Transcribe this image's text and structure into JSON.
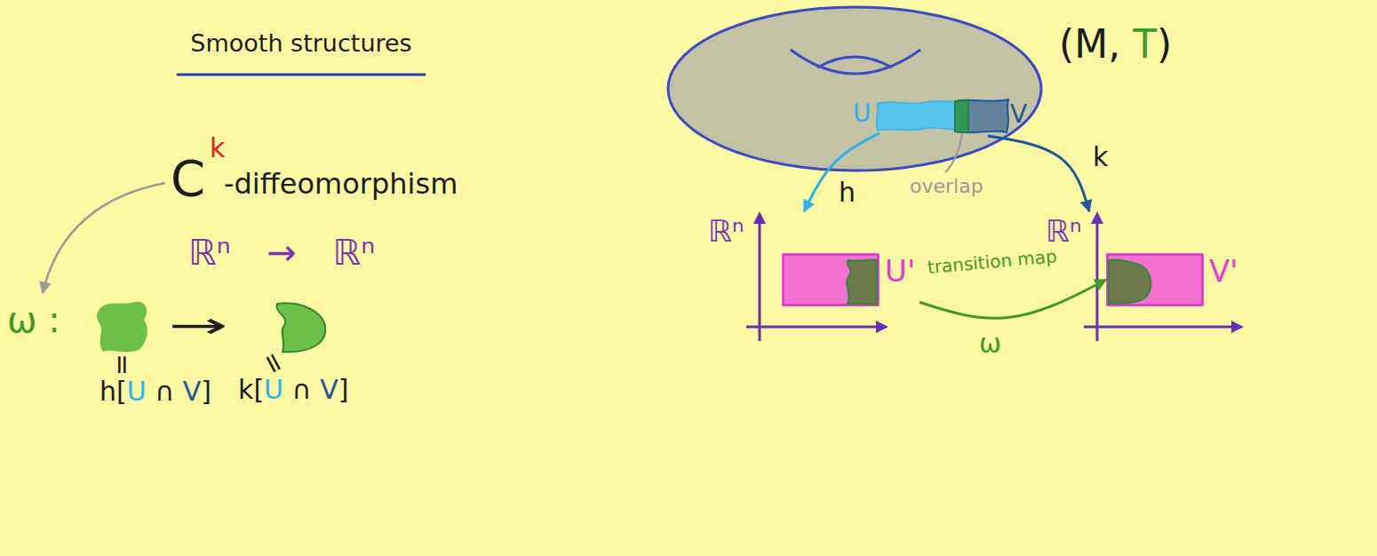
{
  "diagram": {
    "title": "Smooth structures",
    "nodes": [
      {
        "text": [
          "(M, T)"
        ]
      },
      {
        "text": [
          "U"
        ],
        "in": 0
      },
      {
        "text": [
          "V"
        ],
        "in": 0
      },
      {
        "text": [
          "ℝⁿ"
        ]
      },
      {
        "text": [
          "U'"
        ],
        "in": 3
      },
      {
        "text": [
          "ℝⁿ"
        ]
      },
      {
        "text": [
          "V'"
        ],
        "in": 5
      }
    ],
    "edges": [
      {
        "from": 1,
        "to": 3,
        "arrow": "to",
        "label": "h"
      },
      {
        "from": 2,
        "to": 5,
        "arrow": "to",
        "label": "k"
      },
      {
        "from": 4,
        "to": 6,
        "arrow": "to",
        "label": "transition map"
      }
    ],
    "labels": [
      "C",
      "k",
      "-diffeomorphism",
      "ℝⁿ → ℝⁿ",
      "ω :",
      "→",
      "=",
      "h[U ∩ V]",
      "=",
      "k[U ∩ V]",
      "overlap",
      "ω"
    ]
  }
}
